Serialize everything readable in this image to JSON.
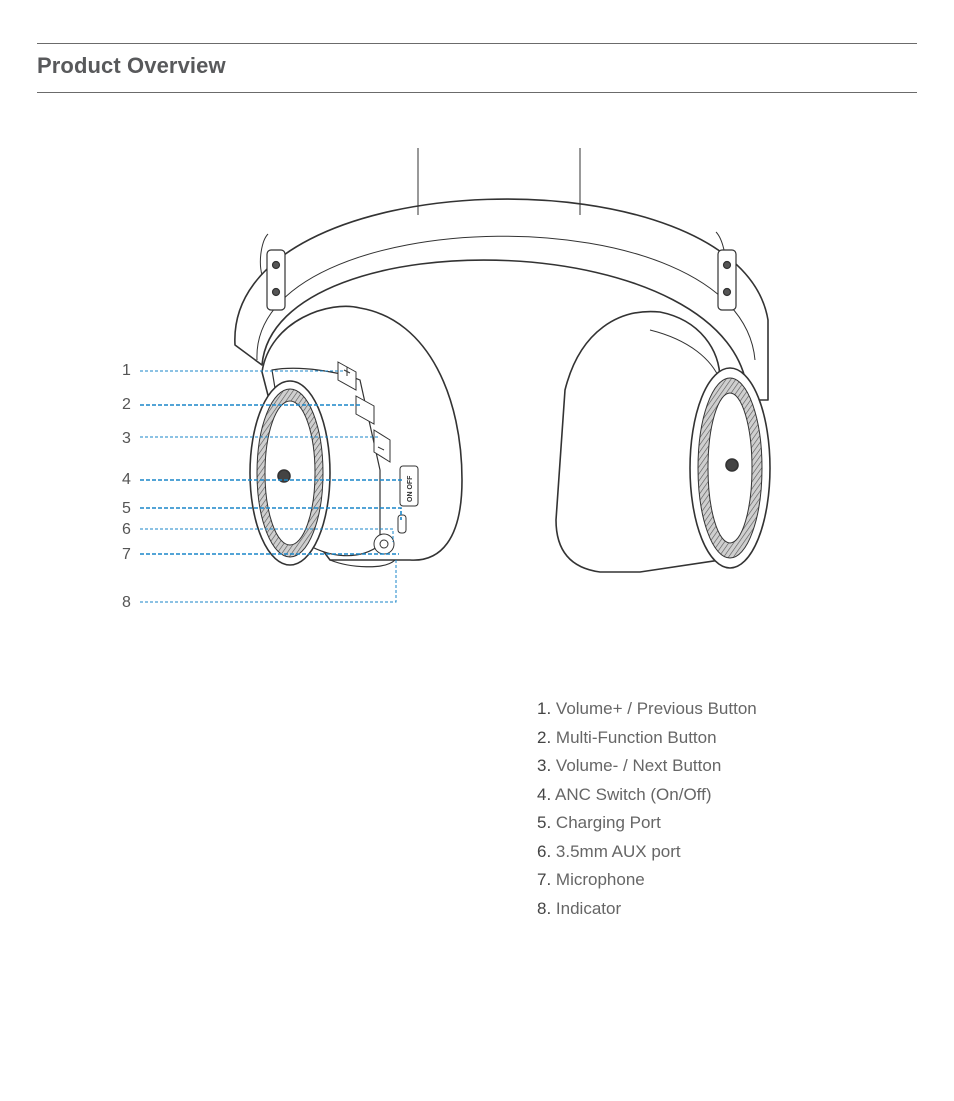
{
  "header": {
    "title": "Product Overview"
  },
  "callouts": [
    "1",
    "2",
    "3",
    "4",
    "5",
    "6",
    "7",
    "8"
  ],
  "button_marks": {
    "on_off": "ON OFF"
  },
  "parts": [
    {
      "num": "1.",
      "label": "Volume+ / Previous Button"
    },
    {
      "num": "2.",
      "label": "Multi-Function Button"
    },
    {
      "num": "3.",
      "label": "Volume- / Next Button"
    },
    {
      "num": "4.",
      "label": "ANC Switch (On/Off)"
    },
    {
      "num": "5.",
      "label": "Charging Port"
    },
    {
      "num": "6.",
      "label": "3.5mm AUX port"
    },
    {
      "num": "7.",
      "label": "Microphone"
    },
    {
      "num": "8.",
      "label": "Indicator"
    }
  ],
  "colors": {
    "callout_line": "#1a86c8",
    "drawing": "#333333",
    "rule": "#6b6b6b"
  }
}
